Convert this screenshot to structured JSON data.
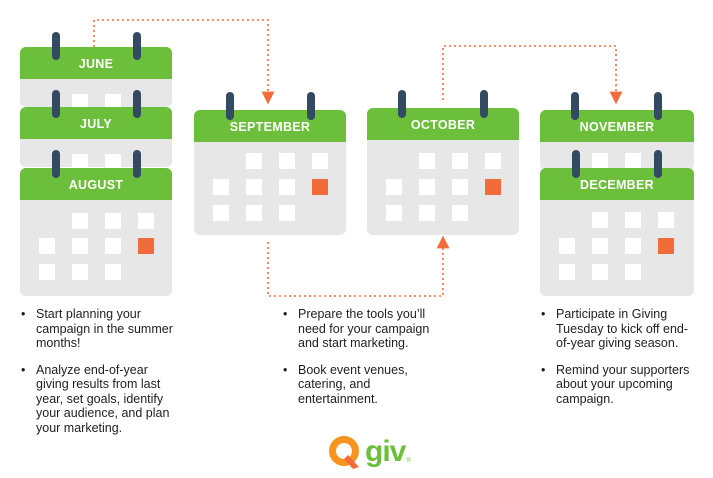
{
  "calendars": {
    "june": "JUNE",
    "july": "JULY",
    "august": "AUGUST",
    "september": "SEPTEMBER",
    "october": "OCTOBER",
    "november": "NOVEMBER",
    "december": "DECEMBER"
  },
  "notes": {
    "left": [
      "Start planning your campaign in the summer months!",
      "Analyze end-of-year giving results from last year, set goals, identify your audience, and plan your marketing."
    ],
    "middle": [
      "Prepare the tools you’ll need for your campaign and start marketing.",
      "Book event venues, catering, and entertainment."
    ],
    "right": [
      "Participate in Giving Tuesday to kick off end-of-year giving season.",
      "Remind your supporters about your upcoming campaign."
    ]
  },
  "logo": {
    "text": "giv",
    "tm": "®"
  },
  "colors": {
    "green": "#6bbf3b",
    "ring": "#334a63",
    "highlight": "#f16b3b",
    "arrow": "#f16b3b",
    "body": "#e7e7e7"
  }
}
